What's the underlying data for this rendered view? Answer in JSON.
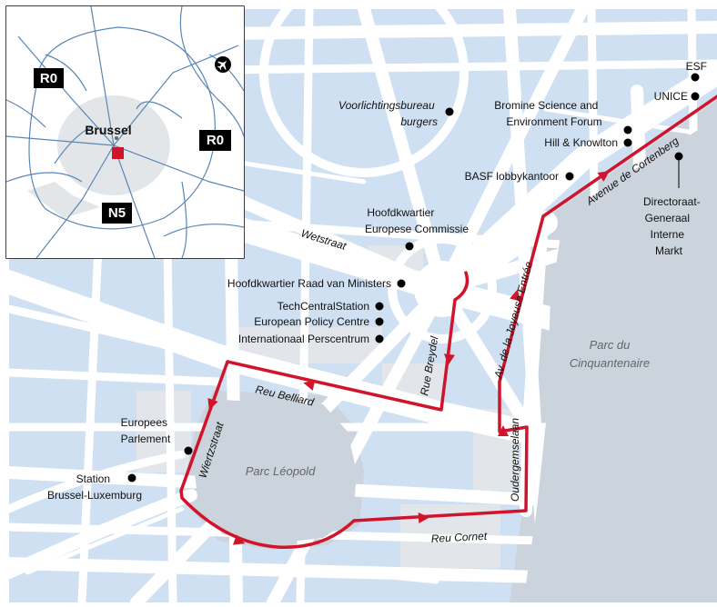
{
  "colors": {
    "road": "#ffffff",
    "block": "#cfe0f2",
    "park": "#cbd3dc",
    "building": "#e2e6ea",
    "route": "#d0142c",
    "marker": "#000000"
  },
  "inset": {
    "city_label": "Brussel",
    "roads": [
      "R0",
      "R0",
      "N5"
    ],
    "airport_icon": "airplane-icon"
  },
  "parks": [
    "Parc du Cinquantenaire",
    "Parc Léopold"
  ],
  "streets": {
    "wetstraat": "Wetstraat",
    "rue_breydel": "Rue Breydel",
    "reu_belliard": "Reu Belliard",
    "wiertzstraat": "Wiertzstraat",
    "reu_cornet": "Reu Cornet",
    "oudergemselaan": "Oudergemselaan",
    "joyeuse_entree": "Av. de la Joyeuse Entrée",
    "cortenberg": "Avenue de Cortenberg"
  },
  "landmarks": {
    "esf": "ESF",
    "unice": "UNICE",
    "voorlichtingsbureau": [
      "Voorlichtingsbureau",
      "burgers"
    ],
    "bromine": [
      "Bromine Science and",
      "Environment Forum"
    ],
    "hill_knowlton": "Hill & Knowlton",
    "basf": "BASF lobbykantoor",
    "directoraat": [
      "Directoraat-",
      "Generaal",
      "Interne",
      "Markt"
    ],
    "hoofdkwartier_ec": [
      "Hoofdkwartier",
      "Europese Commissie"
    ],
    "raad_van_ministers": "Hoofdkwartier Raad van Ministers",
    "techcentral": "TechCentralStation",
    "epc": "European Policy Centre",
    "perscentrum": "Internationaal Perscentrum",
    "europees_parlement": [
      "Europees",
      "Parlement"
    ],
    "station_luxemburg": [
      "Station",
      "Brussel-Luxemburg"
    ]
  }
}
